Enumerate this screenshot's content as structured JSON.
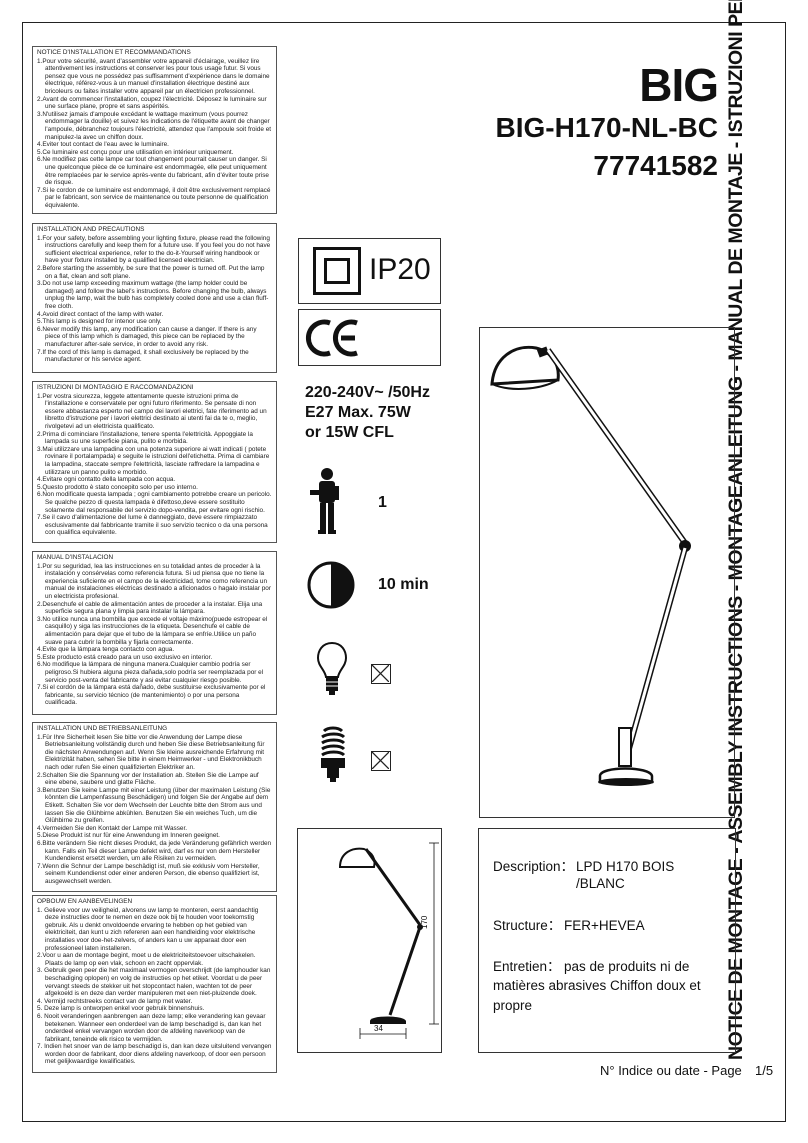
{
  "brand": {
    "name": "BIG",
    "reference": "BIG-H170-NL-BC",
    "code": "77741582"
  },
  "vertical_title": "NOTICE DE MONTAGE - ASSEMBLY INSTRUCTIONS - MONTAGEANLEITUNG - MANUAL DE MONTAJE - ISTRUZIONI PER IL MONTAGGIO",
  "icons": {
    "ip_rating": "IP20",
    "class_symbol": "double-square-icon",
    "ce_mark": "ce-mark-icon"
  },
  "specs": {
    "voltage": "220-240V~ /50Hz",
    "bulb": "E27 Max. 75W",
    "cfl": "or 15W CFL"
  },
  "assembly": {
    "persons": "1",
    "time": "10 min"
  },
  "dimensions": {
    "height": "170",
    "base": "34"
  },
  "info": {
    "description_label": "Description：",
    "description_value_1": "LPD H170 BOIS",
    "description_value_2": "/BLANC",
    "structure_label": "Structure：",
    "structure_value": "FER+HEVEA",
    "entretien_label": "Entretien：",
    "entretien_value_1": "pas de produits ni de",
    "entretien_value_2": "matières abrasives Chiffon doux et",
    "entretien_value_3": "propre"
  },
  "footer": {
    "label": "N° Indice ou date - Page",
    "page": "1/5"
  },
  "notices": [
    {
      "title": "NOTICE D'INSTALLATION ET RECOMMANDATIONS",
      "items": [
        "1.Pour votre sécurité, avant d'assembler votre appareil d'éclairage, veuillez lire attentivement les instructions et conserver les pour tous usage futur. Si vous pensez que vous ne possédez pas suffisamment d'expérience dans le domaine électrique, référez-vous à un manuel d'installation électrique destiné aux bricoleurs ou faites installer votre appareil par un électricien professionnel.",
        "2.Avant de commencer l'installation, coupez l'électricité. Déposez le luminaire sur une surface plane, propre et sans aspérités.",
        "3.N'utilisez jamais d'ampoule excédant le wattage maximum (vous pourrez endommager la douille) et suivez les indications de l'étiquette avant de changer l'ampoule, débranchez toujours l'électricité, attendez que l'ampoule soit froide et manipulez-la avec un chiffon doux.",
        "4.Eviter tout contact de l'eau avec le luminaire.",
        "5.Ce luminaire est conçu pour une utilisation en intérieur uniquement.",
        "6.Ne modifiez pas cette lampe car tout changement pourrait causer un danger. Si une quelconque pièce de ce luminaire est endommagée, elle peut uniquement être remplacées par le service après-vente du fabricant, afin d'éviter toute prise de risque.",
        "7.Si le cordon de ce luminaire est endommagé, il doit être exclusivement remplacé par le fabricant, son service de maintenance ou toute personne de qualification équivalente."
      ]
    },
    {
      "title": "INSTALLATION AND PRECAUTIONS",
      "items": [
        "1.For your safety, before assembling your lighting fixture, please read the following instructions carefully and keep them for a future use. If you feel you do not have sufficient electrical experience, refer to the do-it-Yourself wiring handbook or have your fixture installed by a qualified licensed electrician.",
        "2.Before starting the assembly, be sure that the power is turned off. Put the lamp on a flat, clean and soft plane.",
        "3.Do not use lamp exceeding maximum wattage (the lamp holder could be damaged) and follow the label's instructions. Before changing the bulb, always unplug the lamp, wait the bulb has completely cooled done and use a clan fluff-free cloth.",
        "4.Avoid direct contact of the lamp with water.",
        "5.This lamp is designed for intenor use only.",
        "6.Never modify this lamp, any modification can cause a danger. If there is any piece of this lamp which is damaged, this piece can be replaced by the manufacturer after-sale service, in order to avoid any risk.",
        "7.If the cord of this lamp is damaged, it shall exclusively be replaced by the manufacturer or his service agent."
      ]
    },
    {
      "title": "ISTRUZIONI DI MONTAGGIO E RACCOMANDAZIONI",
      "items": [
        "1.Per vostra sicurezza, leggete attentamente queste istruzioni prima de l'installazione e conservatele per ogni futuro riferimento. Se pensate di non essere abbastanza esperto nel campo dei lavori elettrici, fate riferimento ad un libretto d'istruzione per i lavori elettrici destinato ai utenti fai da te o, meglio, rivolgetevi ad un elettricista qualificato.",
        "2.Prima di cominciare l'installazione, tenere spenta l'elettricità. Appoggiate la lampada su une superficie piana, pulito e morbida.",
        "3.Mai utilizzare una lampadina con una potenza superiore ai watt indicati ( potete rovinare il portalampada) e seguite le istruzioni dell'etichetta. Prima di cambiare la lampadina, staccate sempre l'elettricità, lasciate raffredare la lampadina e utilizzare un panno pulito e morbido.",
        "4.Evitare ogni contatto della lampada con acqua.",
        "5.Questo prodotto è stato concepito solo per uso interno.",
        "6.Non modificate questa lampada ; ogni cambiamento potrebbe creare un pericolo. Se qualche pezzo di questa lampada è difettoso,deve essere sostituito solamente dal responsabile del servizio dopo-vendita, per evitare ogni rischio.",
        "7.Se il cavo d'alimentazione del lume è danneggiato, deve essere rimpiazzato esclusivamente dal fabbricante tramite il suo servizio tecnico o da una persona con qualifica equivalente."
      ]
    },
    {
      "title": "MANUAL D'INSTALACION",
      "items": [
        "1.Por su seguridad, lea las instrucciones en su totalidad antes de proceder à la instalación y consérvelas como referencia futura. Si ud piensa que no tiene la experiencia suficiente en el campo de la electricidad, tome como referencia un manual de instalaciones eléctricas destinado a aficionados o hagalo instalar por un electricista profesional.",
        "2.Desenchufe el cable de alimentación antes de proceder a la instalar. Elija una superficie segura plana y limpia para instalar la lámpara.",
        "3.No utilice nunca una bombilla que excede el voltaje máximo(puede estropear el casquillo) y siga las instrucciones de la etiqueta. Desenchufe el cable de alimentación para dejar que el tubo de la lámpara se enfríe.Utilice un paño suave para cubrir la bombilla y fijarla correctamente.",
        "4.Evite que la lámpara tenga contacto con agua.",
        "5.Este producto está creado para un uso exclusivo en interior.",
        "6.No modifique la lámpara de ninguna manera.Cualquier cambio podría ser peligroso.Si hubiera alguna pieza dañada,solo podría ser reemplazada por el servicio post-venta del fabricante y asi evitar cualquier riesgo posible.",
        "7.Si el cordón de la lámpara está dañado, debe sustituirse exclusivamente por el fabricante, su servicio técnico (de mantenimiento) o por una persona cualificada."
      ]
    },
    {
      "title": "INSTALLATION UND BETRIEBSANLEITUNG",
      "items": [
        "1.Für Ihre Sicherheit lesen Sie bitte vor die Anwendung der Lampe diese Betriebsanleitung vollständig durch und heben Sie diese Betriebsanleitung für die nächsten Anwendungen auf. Wenn Sie kleine ausreichende Erfahrung mit Elektrizität haben, sehen Sie bitte in einem Heimwerker - und Elektronikbuch nach oder rufen Sie einen qualifizierten Elektriker an.",
        "2.Schalten Sie die Spannung vor der Installation ab. Stellen Sie die Lampe auf eine ebene, saubere und glatte Fläche.",
        "3.Benutzen Sie keine Lampe mit einer Leistung (über der maximalen Leistung (Sie könnten die Lampenfassung Beschädigen) und folgen Sie der Angabe auf dem Etikett. Schalten Sie vor dem Wechseln der Leuchte bitte den Strom aus und lassen Sie die Glühbirne abkühlen. Benutzen Sie ein weiches Tuch, um die Glühbirne zu greifen.",
        "4.Vermeiden Sie den Kontakt der Lampe mit Wasser.",
        "5.Diese Produkt ist nur für eine Anwendung im Inneren geeignet.",
        "6.Bitte verändern Sie nicht dieses Produkt, da jede Veränderung gefährlich werden kann. Falls ein Teil dieser Lampe defekt wird, darf es nur von dem Hersteller Kundendienst ersetzt werden, um alle Risiken zu vermeiden.",
        "7.Wenn die Schnur der Lampe beschädigt ist, muß sie exklusiv vom Hersteller, seinem Kundendienst oder einer anderen Person, die ebenso qualifiziert ist, ausgewechselt werden."
      ]
    },
    {
      "title": "OPBOUW EN AANBEVELINGEN",
      "items": [
        "1. Gelieve voor uw veiligheid, alvorens uw lamp te monteren, eerst aandachtig deze instructies door te nemen en deze ook bij te houden voor toekomstig gebruik. Als u denkt onvoldoende ervaring te hebben op het gebied van elektriciteit, dan kunt u zich refereren aan een handleiding voor elektrische installaties voor doe-het-zelvers, of anders kan u uw apparaat door een professioneel laten installeren.",
        "2.Voor u aan de montage begint, moet u de elektriciteitstoevoer uitschakelen. Plaats de lamp op een vlak, schoon en zacht oppervlak.",
        "3. Gebruik geen peer die het maximaal vermogen overschrijdt (de lamphouder kan beschadiging oplopen) en volg de instructies op het etiket. Voordat u de peer vervangt steeds de stekker uit het stopcontact halen, wachten tot de peer afgekoeld is en deze dan verder manipuleren met een niet-pluizende doek.",
        "4. Vermijd rechtstreeks contact van de lamp met water.",
        "5. Deze lamp is ontworpen enkel voor gebruik binnenshuis.",
        "6. Nooit veranderingen aanbrengen aan deze lamp; elke verandering kan gevaar betekenen. Wanneer een onderdeel van de lamp beschadigd is, dan kan het onderdeel enkel vervangen worden door de afdeling naverkoop van de fabrikant, teneinde elk risico te vermijden.",
        "7. Indien het snoer van de lamp beschadigd is, dan kan deze uitsluitend vervangen worden door de fabrikant, door diens afdeling naverkoop, of door een persoon met gelijkwaardige kwalificaties."
      ]
    }
  ]
}
